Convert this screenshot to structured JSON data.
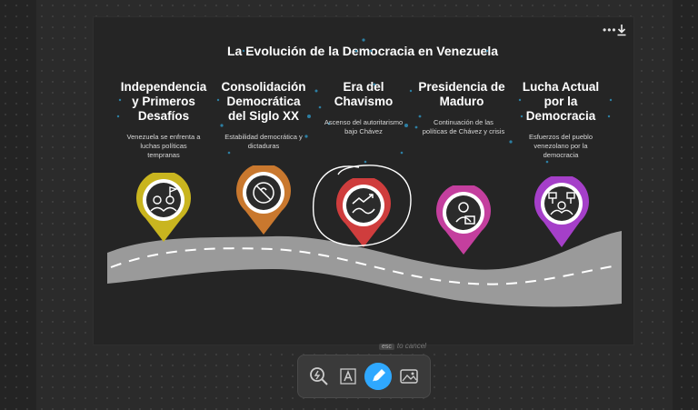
{
  "presentation": {
    "title": "La Evolución de la Democracia en Venezuela",
    "stages": [
      {
        "title_lines": [
          "Independencia",
          "y Primeros",
          "Desafíos"
        ],
        "desc_lines": [
          "Venezuela se enfrenta a",
          "luchas políticas",
          "tempranas"
        ],
        "icon": "flag-people-icon",
        "color": "#c9b51f"
      },
      {
        "title_lines": [
          "Consolidación",
          "Democrática",
          "del Siglo XX"
        ],
        "desc_lines": [
          "Estabilidad democrática y",
          "dictaduras"
        ],
        "icon": "no-entry-icon",
        "color": "#c9782e"
      },
      {
        "title_lines": [
          "Era del",
          "Chavismo"
        ],
        "desc_lines": [
          "Ascenso del autoritarismo",
          "bajo Chávez"
        ],
        "icon": "trend-icon",
        "color": "#cf3d3d"
      },
      {
        "title_lines": [
          "Presidencia de",
          "Maduro"
        ],
        "desc_lines": [
          "Continuación de las",
          "políticas de Chávez y crisis"
        ],
        "icon": "speaker-podium-icon",
        "color": "#c43f9e"
      },
      {
        "title_lines": [
          "Lucha Actual",
          "por la",
          "Democracia"
        ],
        "desc_lines": [
          "Esfuerzos del pueblo",
          "venezolano por la",
          "democracia"
        ],
        "icon": "protest-icon",
        "color": "#a53fc9"
      }
    ]
  },
  "hint": {
    "key": "esc",
    "text": "to cancel"
  },
  "toolbar": {
    "tools": [
      "zoom-tool-icon",
      "text-tool-icon",
      "pen-tool-icon",
      "image-tool-icon"
    ],
    "active": "pen-tool-icon"
  },
  "colors": {
    "accent": "#2fa8ff",
    "road": "#9a9a9a",
    "dots": "#2d7fa3"
  }
}
